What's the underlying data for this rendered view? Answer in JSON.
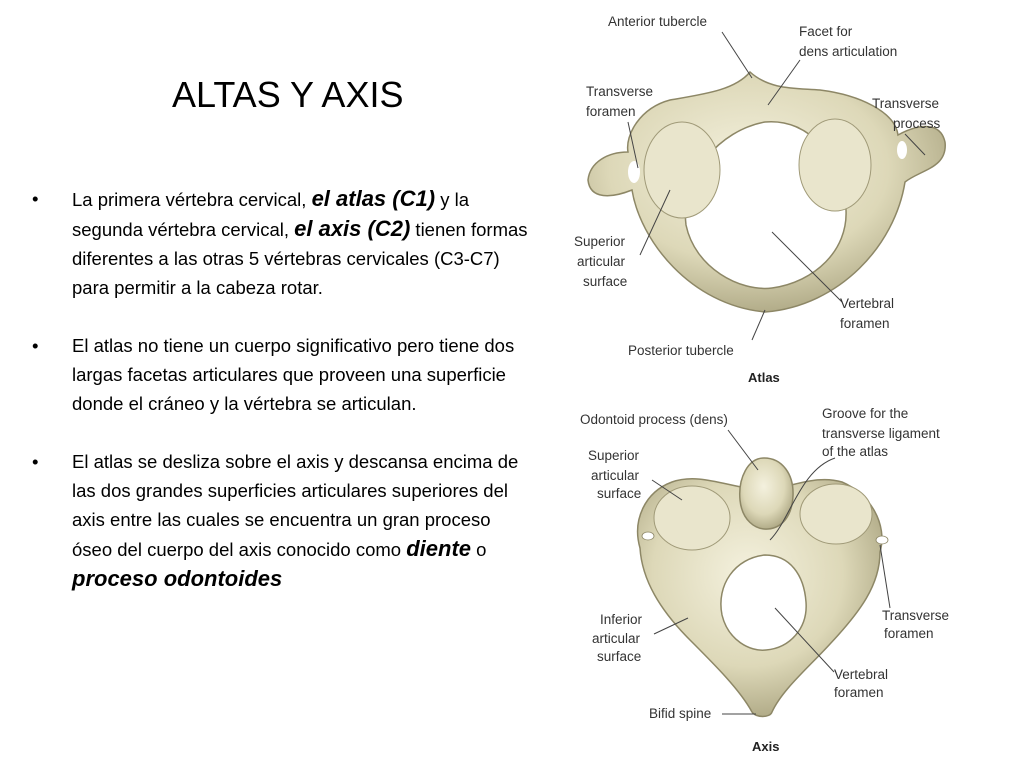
{
  "slide": {
    "title": "ALTAS Y AXIS",
    "bullets": [
      {
        "parts": [
          {
            "text": "La primera vértebra cervical, ",
            "emph": false
          },
          {
            "text": "el atlas (C1)",
            "emph": true
          },
          {
            "text": " y la segunda vértebra cervical, ",
            "emph": false
          },
          {
            "text": "el axis (C2)",
            "emph": true
          },
          {
            "text": " tienen formas diferentes a las otras 5 vértebras cervicales (C3-C7) para permitir a la cabeza rotar.",
            "emph": false
          }
        ]
      },
      {
        "parts": [
          {
            "text": "El atlas no tiene un cuerpo significativo pero tiene dos largas facetas articulares que proveen una superficie donde el cráneo y la vértebra se articulan.",
            "emph": false
          }
        ]
      },
      {
        "parts": [
          {
            "text": "El atlas se desliza sobre el axis y descansa encima de las dos grandes superficies articulares superiores del axis entre las cuales se encuentra un gran proceso óseo del cuerpo del axis conocido como ",
            "emph": false
          },
          {
            "text": "diente",
            "emph": true
          },
          {
            "text": " o ",
            "emph": false
          },
          {
            "text": "proceso odontoides",
            "emph": true
          }
        ]
      }
    ]
  },
  "figures": {
    "atlas": {
      "caption": "Atlas",
      "labels": {
        "anterior_tubercle": "Anterior tubercle",
        "facet_dens_1": "Facet for",
        "facet_dens_2": "dens articulation",
        "transverse_foramen_1": "Transverse",
        "transverse_foramen_2": "foramen",
        "transverse_process_1": "Transverse",
        "transverse_process_2": "process",
        "superior_articular_1": "Superior",
        "superior_articular_2": "articular",
        "superior_articular_3": "surface",
        "vertebral_foramen_1": "Vertebral",
        "vertebral_foramen_2": "foramen",
        "posterior_tubercle": "Posterior tubercle"
      }
    },
    "axis": {
      "caption": "Axis",
      "labels": {
        "odontoid": "Odontoid process (dens)",
        "groove_1": "Groove for the",
        "groove_2": "transverse ligament",
        "groove_3": "of the atlas",
        "superior_articular_1": "Superior",
        "superior_articular_2": "articular",
        "superior_articular_3": "surface",
        "inferior_articular_1": "Inferior",
        "inferior_articular_2": "articular",
        "inferior_articular_3": "surface",
        "transverse_foramen_1": "Transverse",
        "transverse_foramen_2": "foramen",
        "vertebral_foramen_1": "Vertebral",
        "vertebral_foramen_2": "foramen",
        "bifid_spine": "Bifid spine"
      }
    }
  }
}
